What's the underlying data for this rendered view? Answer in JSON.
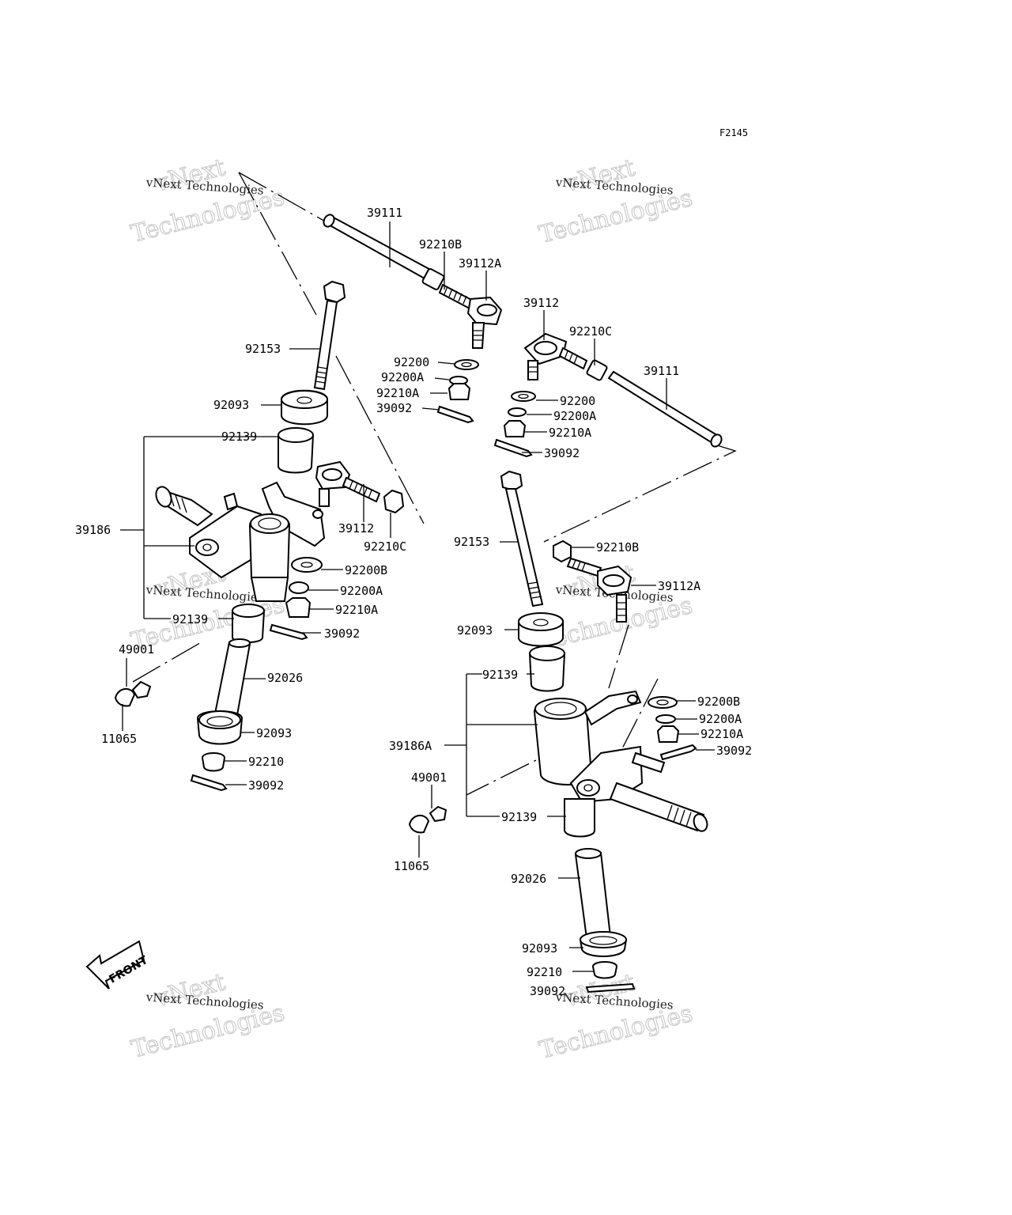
{
  "figure_code": "F2145",
  "watermark": {
    "line1": "vNext Technologies",
    "line2": "vNext",
    "line3": "Technologies"
  },
  "front_label": "FRONT",
  "parts_left": {
    "tie_rod": "39111",
    "locknut_b": "92210B",
    "tie_rod_end_a": "39112A",
    "washer_top": "92200",
    "washer_a_top": "92200A",
    "nut_a_top": "92210A",
    "cotter_top": "39092",
    "bolt": "92153",
    "bushing_top": "92093",
    "collar_top": "92139",
    "knuckle": "39186",
    "tie_rod_end": "39112",
    "locknut_c": "92210C",
    "washer_b": "92200B",
    "washer_a": "92200A",
    "nut_a": "92210A",
    "collar_bottom": "92139",
    "cotter": "39092",
    "grease_fitting": "49001",
    "cap": "11065",
    "shaft": "92026",
    "bushing_bottom": "92093",
    "nut_bottom": "92210",
    "cotter_bottom": "39092"
  },
  "parts_right": {
    "tie_rod_end": "39112",
    "locknut_c": "92210C",
    "tie_rod": "39111",
    "washer": "92200",
    "washer_a": "92200A",
    "nut_a": "92210A",
    "cotter": "39092",
    "bolt": "92153",
    "locknut_b": "92210B",
    "tie_rod_end_a": "39112A",
    "bushing_top": "92093",
    "collar_top": "92139",
    "washer_b_knuckle": "92200B",
    "washer_a_knuckle": "92200A",
    "nut_a_knuckle": "92210A",
    "cotter_knuckle": "39092",
    "knuckle": "39186A",
    "grease_fitting": "49001",
    "collar_bottom": "92139",
    "cap": "11065",
    "shaft": "92026",
    "bushing_bottom": "92093",
    "nut_bottom": "92210",
    "cotter_bottom": "39092"
  }
}
